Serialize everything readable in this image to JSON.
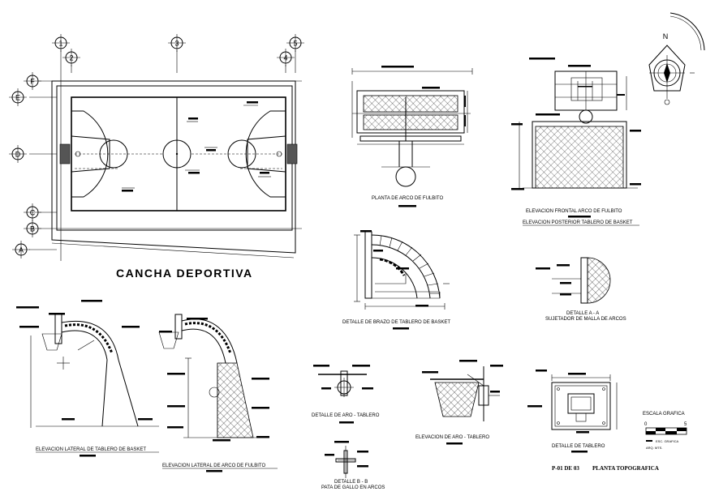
{
  "title": "CANCHA  DEPORTIVA",
  "grid_axes": {
    "columns": [
      "1",
      "2",
      "3",
      "5",
      "4"
    ],
    "rows": [
      "F",
      "E",
      "D",
      "C",
      "B",
      "A"
    ]
  },
  "labels": {
    "planta_fulbito": "PLANTA DE ARCO DE FULBITO",
    "elev_frontal": "ELEVACION FRONTAL ARCO DE FULBITO",
    "elev_posterior": "ELEVACION POSTERIOR TABLERO DE BASKET",
    "detalle_brazo": "DETALLE DE BRAZO DE TABLERO DE BASKET",
    "detalle_a_line1": "DETALLE A - A",
    "detalle_a_line2": "SUJETADOR DE MALLA DE ARCOS",
    "elev_lat_basket": "ELEVACION LATERAL DE TABLERO DE BASKET",
    "elev_lat_fulbito": "ELEVACION LATERAL DE ARCO DE FULBITO",
    "detalle_aro_1": "DETALLE DE ARO -  TABLERO",
    "elev_aro": "ELEVACION DE ARO -  TABLERO",
    "detalle_tablero": "DETALLE DE TABLERO",
    "detalle_b_line1": "DETALLE B - B",
    "detalle_b_line2": "PATA DE GALLO EN ARCOS"
  },
  "scale": {
    "title": "ESCALA GRAFICA",
    "min": "0",
    "max": "5",
    "note1": "ESC. GRAFICA",
    "note2": "ARQ. MTS."
  },
  "sheet": {
    "number": "P-01 DE 03",
    "name": "PLANTA TOPOGRAFICA"
  },
  "north": "N"
}
